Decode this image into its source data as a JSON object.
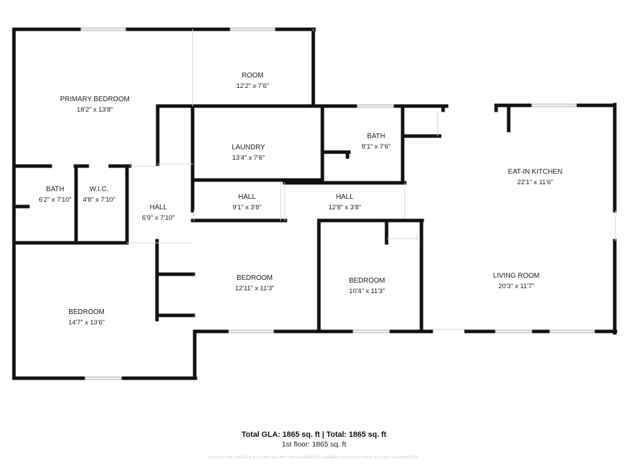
{
  "rooms": [
    {
      "name": "PRIMARY BEDROOM",
      "dim": "18'2\" x 13'8\""
    },
    {
      "name": "ROOM",
      "dim": "12'2\" x 7'6\""
    },
    {
      "name": "LAUNDRY",
      "dim": "13'4\" x 7'6\""
    },
    {
      "name": "BATH",
      "dim": "8'1\" x 7'6\""
    },
    {
      "name": "EAT-IN KITCHEN",
      "dim": "22'1\" x 11'6\""
    },
    {
      "name": "BATH",
      "dim": "6'2\" x 7'10\""
    },
    {
      "name": "W.I.C.",
      "dim": "4'8\" x 7'10\""
    },
    {
      "name": "HALL",
      "dim": "6'9\" x 7'10\""
    },
    {
      "name": "HALL",
      "dim": "9'1\" x 3'8\""
    },
    {
      "name": "HALL",
      "dim": "12'8\" x 3'8\""
    },
    {
      "name": "BEDROOM",
      "dim": "12'11\" x 11'3\""
    },
    {
      "name": "BEDROOM",
      "dim": "10'4\" x 11'3\""
    },
    {
      "name": "LIVING ROOM",
      "dim": "20'3\" x 11'7\""
    },
    {
      "name": "BEDROOM",
      "dim": "14'7\" x 13'6\""
    }
  ],
  "summary": {
    "total": "Total GLA: 1865 sq. ft | Total: 1865 sq. ft",
    "floor": "1st floor: 1865 sq. ft"
  },
  "disclaimer": "FLOOR PLAN CREATED BY CUBICASA APP. MEASUREMENTS DEEMED HIGHLY RELIABLE BUT NOT GUARANTEED.",
  "colors": {
    "wall": "#111111",
    "window": "#c8c8c8",
    "background": "#ffffff"
  }
}
